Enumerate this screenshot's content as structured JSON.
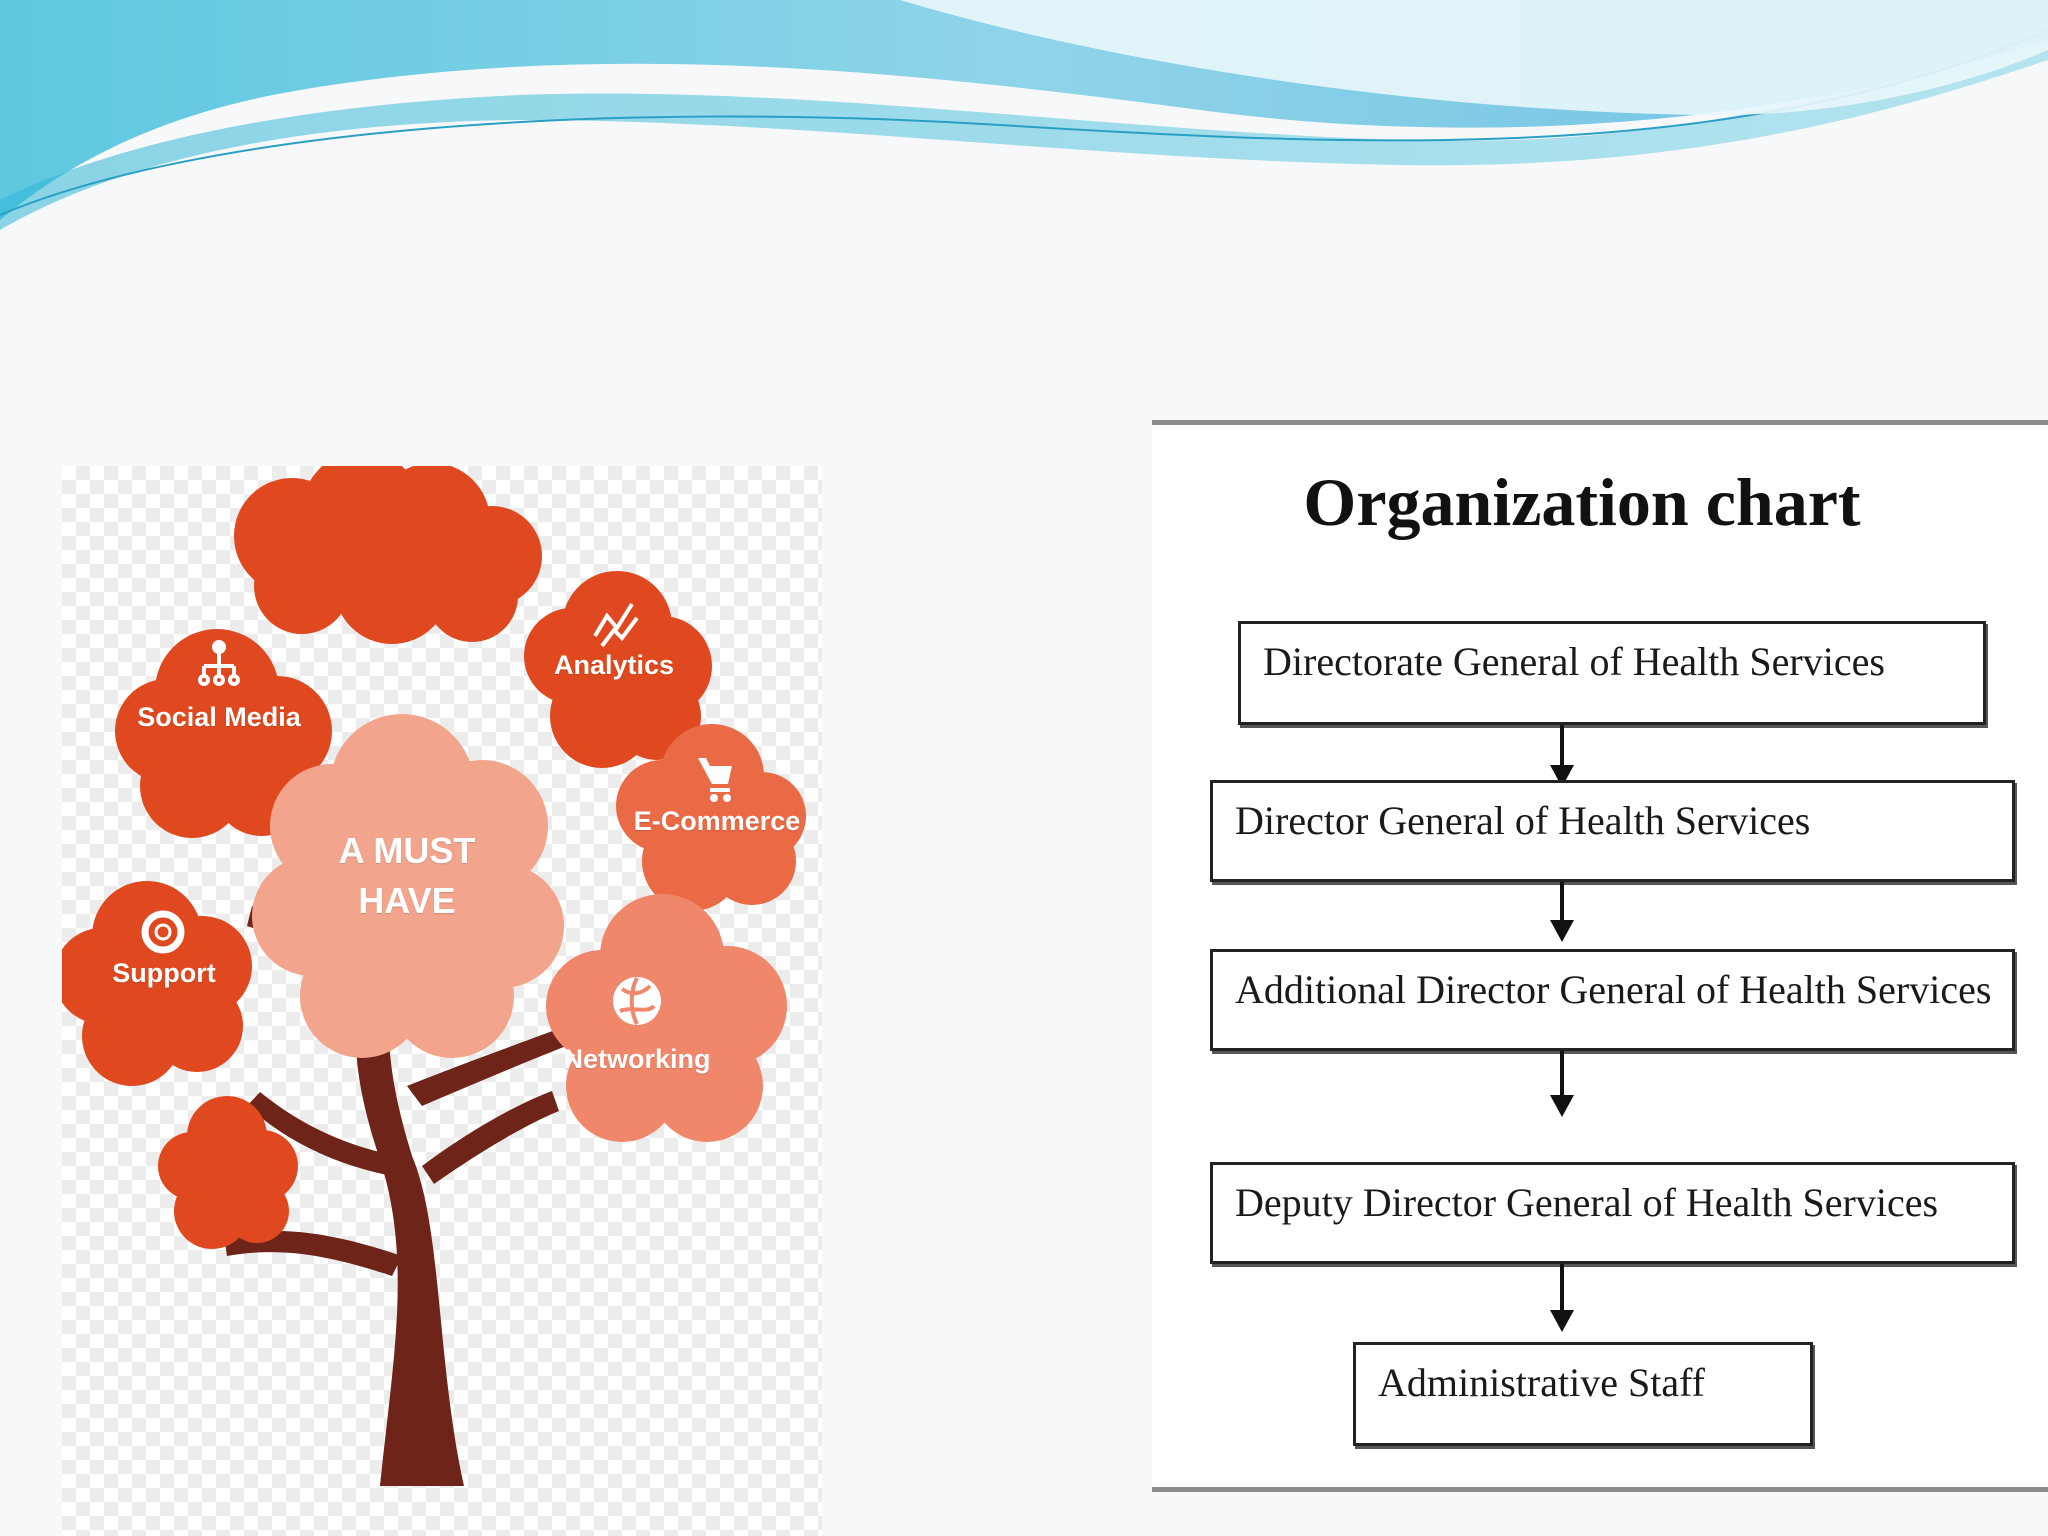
{
  "tree": {
    "center_label_line1": "A MUST",
    "center_label_line2": "HAVE",
    "leaves": [
      {
        "label": "Social Media",
        "icon": "hierarchy-icon"
      },
      {
        "label": "Analytics",
        "icon": "trend-chart-icon"
      },
      {
        "label": "E-Commerce",
        "icon": "shopping-cart-icon"
      },
      {
        "label": "Support",
        "icon": "lifebuoy-icon"
      },
      {
        "label": "Networking",
        "icon": "globe-icon"
      }
    ],
    "colors": {
      "dark_orange": "#e0491f",
      "mid_orange": "#ea6a45",
      "light_orange": "#f0876a",
      "center_pink": "#f2a48c",
      "trunk": "#6e2419"
    }
  },
  "org_chart": {
    "title": "Organization chart",
    "levels": [
      "Directorate General of Health Services",
      "Director General of Health Services",
      "Additional Director General of Health Services",
      "Deputy Director General of Health Services",
      "Administrative Staff"
    ]
  },
  "theme": {
    "wave_color_light": "#a8e6ef",
    "wave_color_dark": "#4fb3d9"
  }
}
